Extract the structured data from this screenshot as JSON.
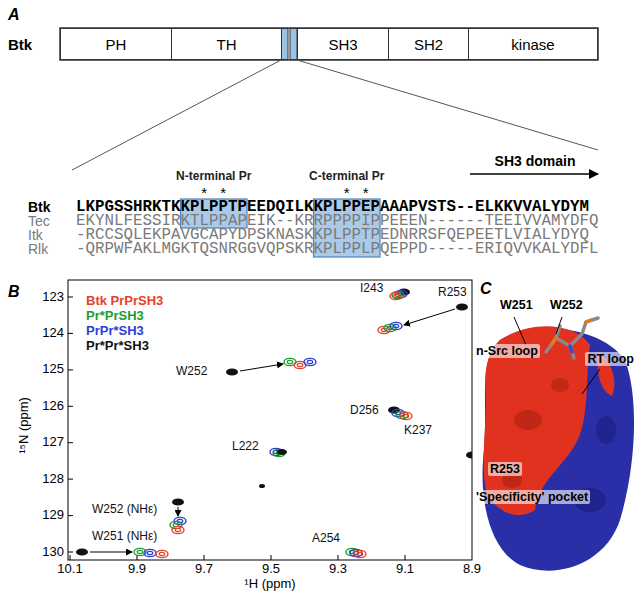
{
  "diagram": {
    "nodes": [
      {
        "text": [
          "PH"
        ]
      },
      {
        "text": [
          "TH"
        ]
      },
      {
        "text": [
          "SH3"
        ]
      },
      {
        "text": [
          "SH2"
        ]
      },
      {
        "text": [
          "kinase"
        ]
      }
    ],
    "labels": [
      "A",
      "Btk",
      "N-terminal Pr",
      "C-terminal Pr",
      "*",
      "*",
      "*",
      "*",
      "SH3 domain",
      "Btk",
      "Tec",
      "Itk",
      "Rlk",
      "LKPGSSHRKTKKPLPPTPEEDQILKKPLPPEPAAAPVSTS--ELKKVVALYDYM",
      "EKYNLFESSIRKTLPPAPEIK--KRRPPPPIPPEEEN------TEEIVVAMYDFQ",
      "-RCCSQLEKPAVGCAPYDPSKNASKKPLPPTPEDNRRSFQEPEETLVIALYDYQ",
      "-QRPWFAKLMGKTQSNRGGVQPSKRKPLPPLPQEPPD-----ERIQVVKALYDFL",
      "B",
      "I243",
      "R253",
      "W252",
      "D256",
      "K237",
      "L222",
      "W252 (NHε)",
      "W251 (NHε)",
      "A254",
      "123",
      "124",
      "125",
      "126",
      "127",
      "128",
      "129",
      "130",
      "10.1",
      "9.9",
      "9.7",
      "9.5",
      "9.3",
      "9.1",
      "8.9",
      "¹H (ppm)",
      "¹⁵N (ppm)",
      "C",
      "W251",
      "W252",
      "n-Src loop",
      "RT loop",
      "R253",
      "'Specificity' pocket"
    ],
    "legend": [
      {
        "text": "Btk PrPrSH3",
        "color": "#e8402a"
      },
      {
        "text": "Pr*PrSH3",
        "color": "#1c9e2c"
      },
      {
        "text": "PrPr*SH3",
        "color": "#2b3fd8"
      },
      {
        "text": "Pr*Pr*SH3",
        "color": "#111111"
      }
    ]
  }
}
